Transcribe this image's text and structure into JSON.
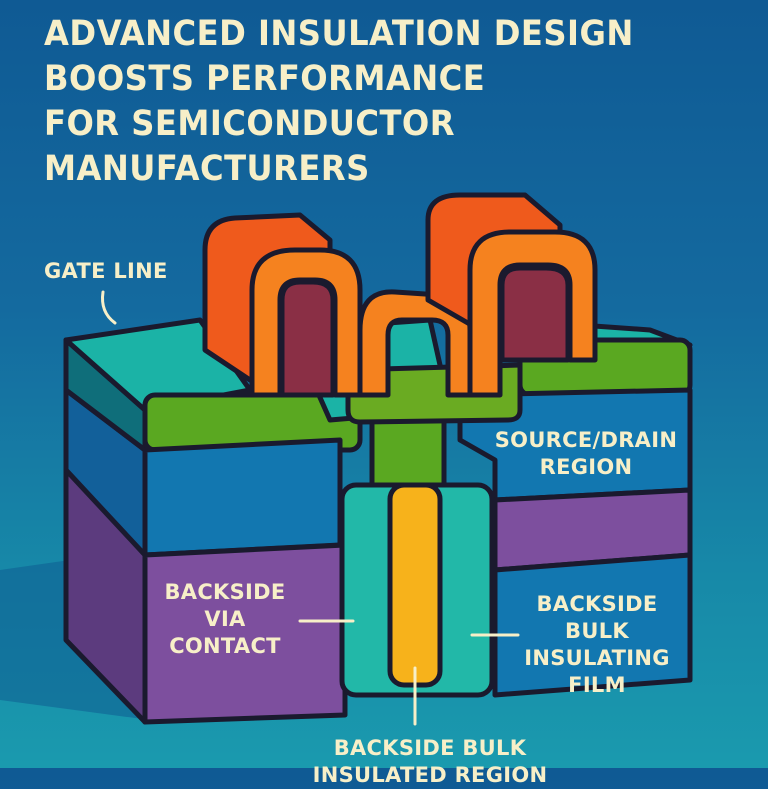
{
  "title": {
    "lines": [
      "ADVANCED INSULATION DESIGN",
      "BOOSTS PERFORMANCE",
      "FOR SEMICONDUCTOR",
      "MANUFACTURERS"
    ]
  },
  "labels": {
    "gate_line": "GATE LINE",
    "source_drain": [
      "SOURCE/DRAIN",
      "REGION"
    ],
    "backside_via_contact": [
      "BACKSIDE",
      "VIA",
      "CONTACT"
    ],
    "backside_bulk_insulating_film": [
      "BACKSIDE",
      "BULK",
      "INSULATING",
      "FILM"
    ],
    "backside_bulk_bottom": [
      "BACKSIDE BULK",
      "INSULATED REGION"
    ]
  },
  "colors": {
    "background_top": "#0f5a94",
    "background_bottom": "#1a9aae",
    "text": "#f7efc8",
    "outline": "#1a1a2e",
    "gate_orange": "#f5821f",
    "gate_dark_orange": "#ef5a1c",
    "gate_green": "#5aa821",
    "teal_top": "#1bb3a6",
    "blue_layer": "#1277b0",
    "purple_layer": "#7d4f9e",
    "via_teal": "#22b8a8",
    "via_core_yellow": "#f7b21b"
  }
}
